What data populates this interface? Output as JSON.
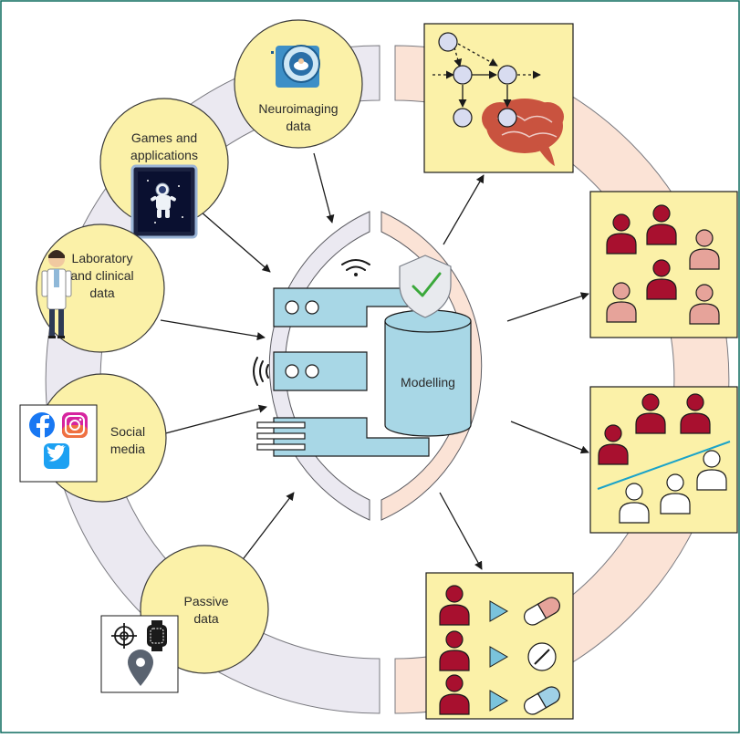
{
  "sources": {
    "neuroimaging": {
      "line1": "Neuroimaging",
      "line2": "data",
      "icon": "brain-scan-icon"
    },
    "games": {
      "line1": "Games and",
      "line2": "applications",
      "icon": "tablet-astronaut-icon"
    },
    "laboratory": {
      "line1": "Laboratory",
      "line2": "and clinical",
      "line3": "data",
      "icon": "doctor-icon"
    },
    "social": {
      "line1": "Social",
      "line2": "media",
      "icons": [
        "facebook-icon",
        "instagram-icon",
        "twitter-icon"
      ]
    },
    "passive": {
      "line1": "Passive",
      "line2": "data",
      "icons": [
        "gps-target-icon",
        "smartwatch-icon",
        "location-pin-icon"
      ]
    }
  },
  "center": {
    "label": "Modelling",
    "icons": [
      "server-rack-icon",
      "database-icon",
      "shield-check-icon",
      "wifi-icon"
    ]
  },
  "outputs": {
    "network": {
      "icon": "causal-network-brain-icon"
    },
    "clusters": {
      "icon": "patient-subgroups-icon"
    },
    "prediction": {
      "icon": "classification-boundary-icon"
    },
    "treatment": {
      "icon": "treatment-selection-icon"
    }
  },
  "colors": {
    "yellow": "#fbf1a8",
    "outer_ring_left": "#ebe9f1",
    "outer_ring_right": "#fbe3d6",
    "server_blue": "#a8d7e6",
    "person_red": "#a8102f",
    "person_pink": "#e6a39a",
    "frame_green": "#0d6b5f"
  }
}
